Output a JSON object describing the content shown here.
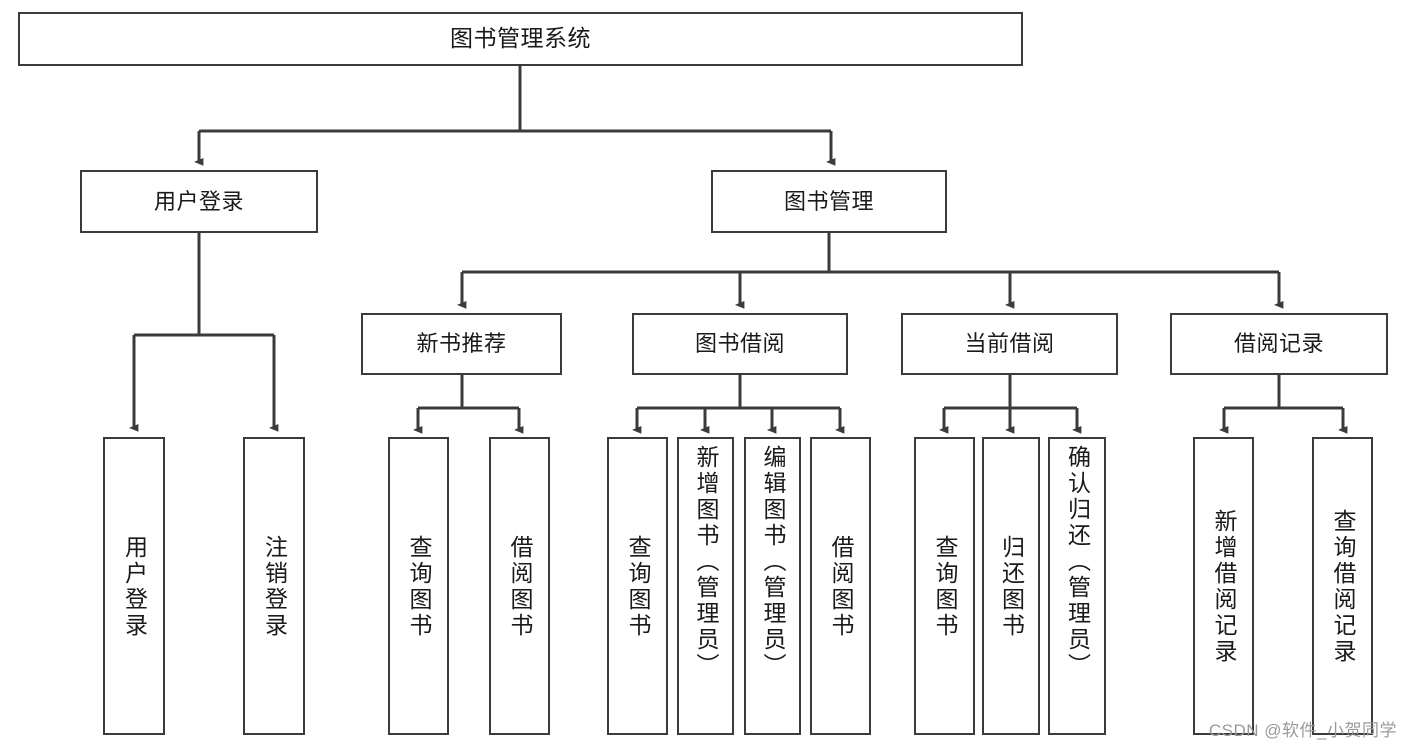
{
  "diagram": {
    "title": "图书管理系统",
    "type": "tree-hierarchy-chart",
    "colors": {
      "background": "#ffffff",
      "box_border": "#3b3b3b",
      "connector": "#3b3b3b",
      "text": "#1a1a1a",
      "watermark": "#9a9a9a"
    },
    "watermark": "CSDN @软件_小贺同学",
    "root": {
      "label": "图书管理系统"
    },
    "level2": [
      {
        "label": "用户登录"
      },
      {
        "label": "图书管理"
      }
    ],
    "level3": [
      {
        "label": "新书推荐"
      },
      {
        "label": "图书借阅"
      },
      {
        "label": "当前借阅"
      },
      {
        "label": "借阅记录"
      }
    ],
    "leaves": {
      "user_login": [
        {
          "label": "用户登录"
        },
        {
          "label": "注销登录"
        }
      ],
      "new_book_recommend": [
        {
          "label": "查询图书"
        },
        {
          "label": "借阅图书"
        }
      ],
      "book_borrow": [
        {
          "label": "查询图书"
        },
        {
          "label": "新增图书（管理员）"
        },
        {
          "label": "编辑图书（管理员）"
        },
        {
          "label": "借阅图书"
        }
      ],
      "current_borrow": [
        {
          "label": "查询图书"
        },
        {
          "label": "归还图书"
        },
        {
          "label": "确认归还（管理员）"
        }
      ],
      "borrow_record": [
        {
          "label": "新增借阅记录"
        },
        {
          "label": "查询借阅记录"
        }
      ]
    }
  }
}
